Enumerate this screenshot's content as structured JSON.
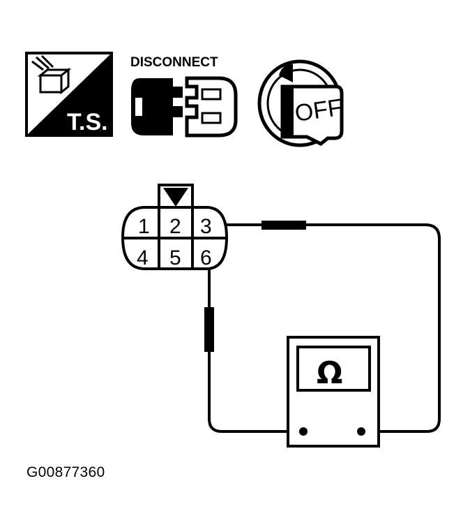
{
  "header_icons": {
    "ts_label": "T.S.",
    "disconnect_label": "DISCONNECT",
    "ignition_label": "OFF"
  },
  "connector": {
    "pins_top": [
      "1",
      "2",
      "3"
    ],
    "pins_bottom": [
      "4",
      "5",
      "6"
    ]
  },
  "meter": {
    "symbol": "Ω"
  },
  "figure_id": "G00877360"
}
